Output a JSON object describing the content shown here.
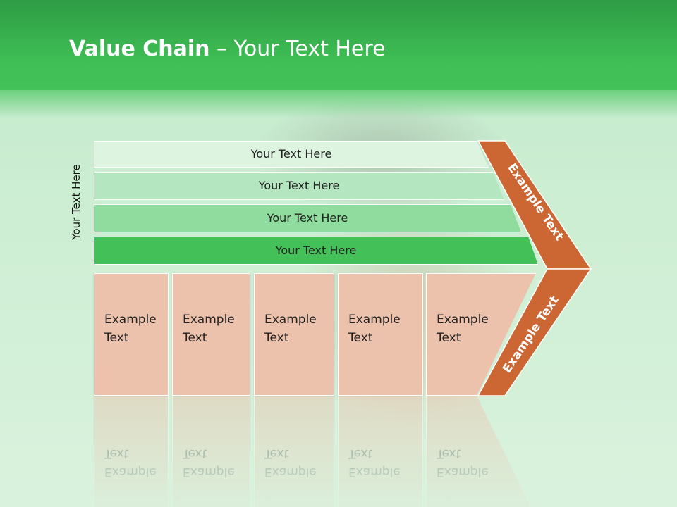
{
  "title": {
    "bold": "Value Chain",
    "rest": " – Your Text Here"
  },
  "side_label": "Your Text Here",
  "rows": [
    {
      "label": "Your Text Here"
    },
    {
      "label": "Your Text Here"
    },
    {
      "label": "Your Text Here"
    },
    {
      "label": "Your Text Here"
    }
  ],
  "boxes": [
    {
      "line1": "Example",
      "line2": "Text"
    },
    {
      "line1": "Example",
      "line2": "Text"
    },
    {
      "line1": "Example",
      "line2": "Text"
    },
    {
      "line1": "Example",
      "line2": "Text"
    },
    {
      "line1": "Example",
      "line2": "Text"
    }
  ],
  "chevron": {
    "upper": "Example Text",
    "lower": "Example Text"
  },
  "colors": {
    "header_green": "#3fbf55",
    "chevron_orange": "#cc6633",
    "box_peach": "#edc2ad",
    "row_greens": [
      "#ddf4e1",
      "#b4e6bf",
      "#8fdc9e",
      "#43c158"
    ]
  }
}
